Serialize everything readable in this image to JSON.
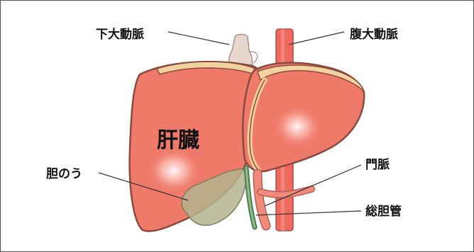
{
  "labels": {
    "ivc": "下大動脈",
    "aorta": "腹大動脈",
    "liver": "肝臓",
    "gallbladder": "胆のう",
    "portal_vein": "門脈",
    "common_bile_duct": "総胆管"
  },
  "colors": {
    "border": "#555555",
    "liver_fill": "#ef7a6a",
    "liver_outline": "#8a4b3e",
    "liver_top_band": "#f2d3a0",
    "aorta": "#ef6a5e",
    "ivc": "#e8d7cf",
    "portal_vein": "#f08a7b",
    "gallbladder": "#b3b48d",
    "bile_duct": "#6f9e6d",
    "leader_line": "#333333"
  }
}
